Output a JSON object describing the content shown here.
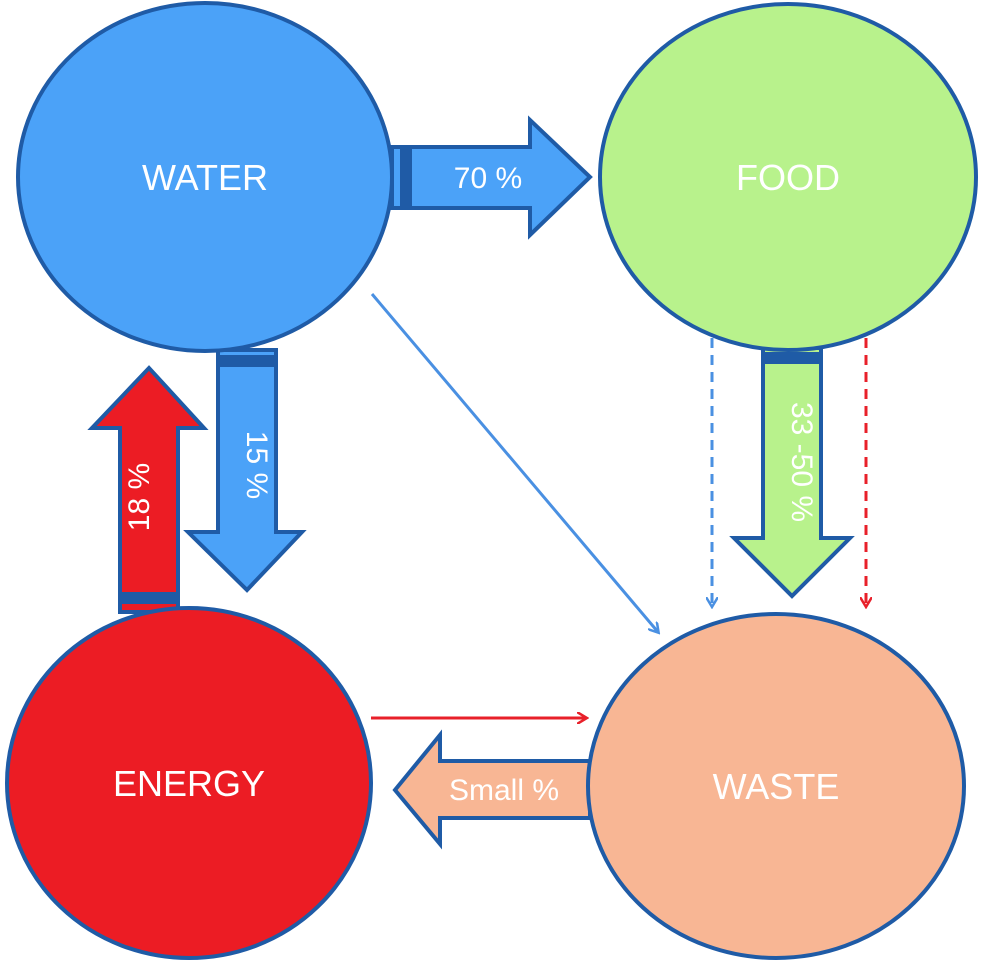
{
  "nodes": {
    "water": {
      "label": "WATER",
      "fill": "#4BA2F8",
      "stroke": "#1F5BA6"
    },
    "food": {
      "label": "FOOD",
      "fill": "#B8F28C",
      "stroke": "#1F5BA6"
    },
    "energy": {
      "label": "ENERGY",
      "fill": "#EC1C24",
      "stroke": "#1F5BA6"
    },
    "waste": {
      "label": "WASTE",
      "fill": "#F8B694",
      "stroke": "#1F5BA6"
    }
  },
  "flows": {
    "water_to_food": {
      "label": "70 %"
    },
    "water_to_energy": {
      "label": "15 %"
    },
    "energy_to_water": {
      "label": "18 %"
    },
    "food_to_waste": {
      "label": "33  -50 %"
    },
    "waste_to_energy": {
      "label": "Small %"
    }
  },
  "colors": {
    "outline": "#1F5BA6",
    "thin_blue": "#4A90E2",
    "thin_red": "#E8202A"
  }
}
